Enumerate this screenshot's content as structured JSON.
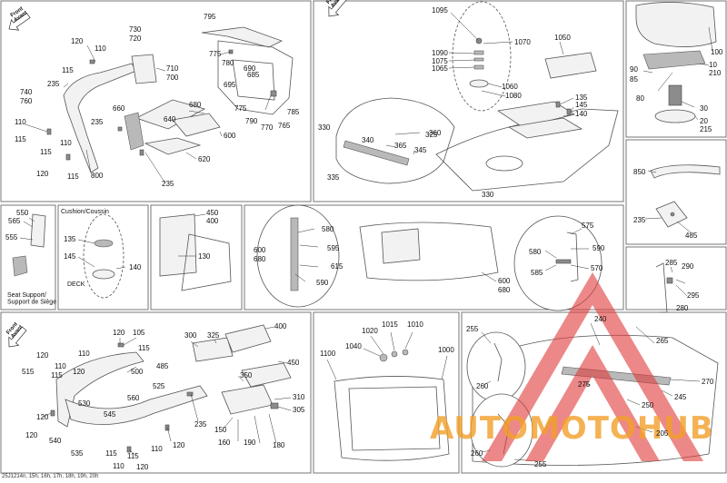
{
  "front_arrow_text": "Front\nAvant",
  "labels": {
    "cushion": "Cushion/Coussin",
    "deck": "DECK",
    "seat_support": "Seat Support/\nSupport de Siège"
  },
  "footer_code": "25J1214n, 15h, 16h, 17h, 18h, 19h, 20h",
  "watermark": {
    "text": "AUTOMOTOHUB",
    "color_red": "#e03a3a",
    "color_orange": "#f2a02a"
  },
  "callouts": [
    {
      "id": "p1-730",
      "text": "730"
    },
    {
      "id": "p1-720",
      "text": "720"
    },
    {
      "id": "p1-120",
      "text": "120"
    },
    {
      "id": "p1-110a",
      "text": "110"
    },
    {
      "id": "p1-115a",
      "text": "115"
    },
    {
      "id": "p1-710",
      "text": "710"
    },
    {
      "id": "p1-700",
      "text": "700"
    },
    {
      "id": "p1-235a",
      "text": "235"
    },
    {
      "id": "p1-740",
      "text": "740"
    },
    {
      "id": "p1-760",
      "text": "760"
    },
    {
      "id": "p1-660",
      "text": "660"
    },
    {
      "id": "p1-680",
      "text": "680"
    },
    {
      "id": "p1-640",
      "text": "640"
    },
    {
      "id": "p1-235b",
      "text": "235"
    },
    {
      "id": "p1-110b",
      "text": "110"
    },
    {
      "id": "p1-115b",
      "text": "115"
    },
    {
      "id": "p1-110c",
      "text": "110"
    },
    {
      "id": "p1-115c",
      "text": "115"
    },
    {
      "id": "p1-120b",
      "text": "120"
    },
    {
      "id": "p1-115d",
      "text": "115"
    },
    {
      "id": "p1-800",
      "text": "800"
    },
    {
      "id": "p1-600",
      "text": "600"
    },
    {
      "id": "p1-620",
      "text": "620"
    },
    {
      "id": "p1-235c",
      "text": "235"
    },
    {
      "id": "p1-795",
      "text": "795"
    },
    {
      "id": "p1-775a",
      "text": "775"
    },
    {
      "id": "p1-780",
      "text": "780"
    },
    {
      "id": "p1-690",
      "text": "690"
    },
    {
      "id": "p1-685",
      "text": "685"
    },
    {
      "id": "p1-695",
      "text": "695"
    },
    {
      "id": "p1-775b",
      "text": "775"
    },
    {
      "id": "p1-790",
      "text": "790"
    },
    {
      "id": "p1-770",
      "text": "770"
    },
    {
      "id": "p1-765",
      "text": "765"
    },
    {
      "id": "p1-785",
      "text": "785"
    },
    {
      "id": "p2-1095",
      "text": "1095"
    },
    {
      "id": "p2-1070",
      "text": "1070"
    },
    {
      "id": "p2-1050",
      "text": "1050"
    },
    {
      "id": "p2-1090",
      "text": "1090"
    },
    {
      "id": "p2-1075",
      "text": "1075"
    },
    {
      "id": "p2-1065",
      "text": "1065"
    },
    {
      "id": "p2-1060",
      "text": "1060"
    },
    {
      "id": "p2-1080",
      "text": "1080"
    },
    {
      "id": "p2-135",
      "text": "135"
    },
    {
      "id": "p2-145",
      "text": "145"
    },
    {
      "id": "p2-140",
      "text": "140"
    },
    {
      "id": "p2-330a",
      "text": "330"
    },
    {
      "id": "p2-360",
      "text": "360"
    },
    {
      "id": "p2-340",
      "text": "340"
    },
    {
      "id": "p2-365",
      "text": "365"
    },
    {
      "id": "p2-325",
      "text": "325"
    },
    {
      "id": "p2-345",
      "text": "345"
    },
    {
      "id": "p2-335",
      "text": "335"
    },
    {
      "id": "p2-330b",
      "text": "330"
    },
    {
      "id": "p3-100",
      "text": "100"
    },
    {
      "id": "p3-90",
      "text": "90"
    },
    {
      "id": "p3-85",
      "text": "85"
    },
    {
      "id": "p3-10",
      "text": "10"
    },
    {
      "id": "p3-210",
      "text": "210"
    },
    {
      "id": "p3-80",
      "text": "80"
    },
    {
      "id": "p3-30",
      "text": "30"
    },
    {
      "id": "p3-20",
      "text": "20"
    },
    {
      "id": "p3-215",
      "text": "215"
    },
    {
      "id": "p4-850",
      "text": "850"
    },
    {
      "id": "p4-235",
      "text": "235"
    },
    {
      "id": "p4-485",
      "text": "485"
    },
    {
      "id": "p5-550",
      "text": "550"
    },
    {
      "id": "p5-565",
      "text": "565"
    },
    {
      "id": "p5-555",
      "text": "555"
    },
    {
      "id": "p6-135",
      "text": "135"
    },
    {
      "id": "p6-145",
      "text": "145"
    },
    {
      "id": "p6-140",
      "text": "140"
    },
    {
      "id": "p7-450",
      "text": "450"
    },
    {
      "id": "p7-400",
      "text": "400"
    },
    {
      "id": "p7-130",
      "text": "130"
    },
    {
      "id": "p8-580a",
      "text": "580"
    },
    {
      "id": "p8-595",
      "text": "595"
    },
    {
      "id": "p8-600a",
      "text": "600"
    },
    {
      "id": "p8-680a",
      "text": "680"
    },
    {
      "id": "p8-615",
      "text": "615"
    },
    {
      "id": "p8-590a",
      "text": "590"
    },
    {
      "id": "p8-575",
      "text": "575"
    },
    {
      "id": "p8-580b",
      "text": "580"
    },
    {
      "id": "p8-590b",
      "text": "590"
    },
    {
      "id": "p8-585",
      "text": "585"
    },
    {
      "id": "p8-570",
      "text": "570"
    },
    {
      "id": "p8-600b",
      "text": "600"
    },
    {
      "id": "p8-680b",
      "text": "680"
    },
    {
      "id": "p9-285",
      "text": "285"
    },
    {
      "id": "p9-290",
      "text": "290"
    },
    {
      "id": "p9-295",
      "text": "295"
    },
    {
      "id": "p9-280",
      "text": "280"
    },
    {
      "id": "p10-120a",
      "text": "120"
    },
    {
      "id": "p10-105",
      "text": "105"
    },
    {
      "id": "p10-110a",
      "text": "110"
    },
    {
      "id": "p10-115a",
      "text": "115"
    },
    {
      "id": "p10-120b",
      "text": "120"
    },
    {
      "id": "p10-110b",
      "text": "110"
    },
    {
      "id": "p10-115b",
      "text": "115"
    },
    {
      "id": "p10-515",
      "text": "515"
    },
    {
      "id": "p10-500",
      "text": "500"
    },
    {
      "id": "p10-120c",
      "text": "120"
    },
    {
      "id": "p10-485",
      "text": "485"
    },
    {
      "id": "p10-525",
      "text": "525"
    },
    {
      "id": "p10-530",
      "text": "530"
    },
    {
      "id": "p10-560",
      "text": "560"
    },
    {
      "id": "p10-545",
      "text": "545"
    },
    {
      "id": "p10-120d",
      "text": "120"
    },
    {
      "id": "p10-540",
      "text": "540"
    },
    {
      "id": "p10-235",
      "text": "235"
    },
    {
      "id": "p10-535",
      "text": "535"
    },
    {
      "id": "p10-110c",
      "text": "110"
    },
    {
      "id": "p10-115c",
      "text": "115"
    },
    {
      "id": "p10-120e",
      "text": "120"
    },
    {
      "id": "p10-120f",
      "text": "120"
    },
    {
      "id": "p10-115d",
      "text": "115"
    },
    {
      "id": "p10-110d",
      "text": "110"
    },
    {
      "id": "p10-120g",
      "text": "120"
    },
    {
      "id": "p11-300",
      "text": "300"
    },
    {
      "id": "p11-325",
      "text": "325"
    },
    {
      "id": "p11-400",
      "text": "400"
    },
    {
      "id": "p11-450",
      "text": "450"
    },
    {
      "id": "p11-350",
      "text": "350"
    },
    {
      "id": "p11-310",
      "text": "310"
    },
    {
      "id": "p11-305",
      "text": "305"
    },
    {
      "id": "p11-150",
      "text": "150"
    },
    {
      "id": "p11-160",
      "text": "160"
    },
    {
      "id": "p11-190",
      "text": "190"
    },
    {
      "id": "p11-180",
      "text": "180"
    },
    {
      "id": "p12-1020",
      "text": "1020"
    },
    {
      "id": "p12-1015",
      "text": "1015"
    },
    {
      "id": "p12-1010",
      "text": "1010"
    },
    {
      "id": "p12-1040",
      "text": "1040"
    },
    {
      "id": "p12-1100",
      "text": "1100"
    },
    {
      "id": "p12-1000",
      "text": "1000"
    },
    {
      "id": "p13-255a",
      "text": "255"
    },
    {
      "id": "p13-240",
      "text": "240"
    },
    {
      "id": "p13-265",
      "text": "265"
    },
    {
      "id": "p13-270",
      "text": "270"
    },
    {
      "id": "p13-275",
      "text": "275"
    },
    {
      "id": "p13-260a",
      "text": "260"
    },
    {
      "id": "p13-245",
      "text": "245"
    },
    {
      "id": "p13-250",
      "text": "250"
    },
    {
      "id": "p13-260b",
      "text": "260"
    },
    {
      "id": "p13-255b",
      "text": "255"
    },
    {
      "id": "p13-205",
      "text": "205"
    }
  ]
}
